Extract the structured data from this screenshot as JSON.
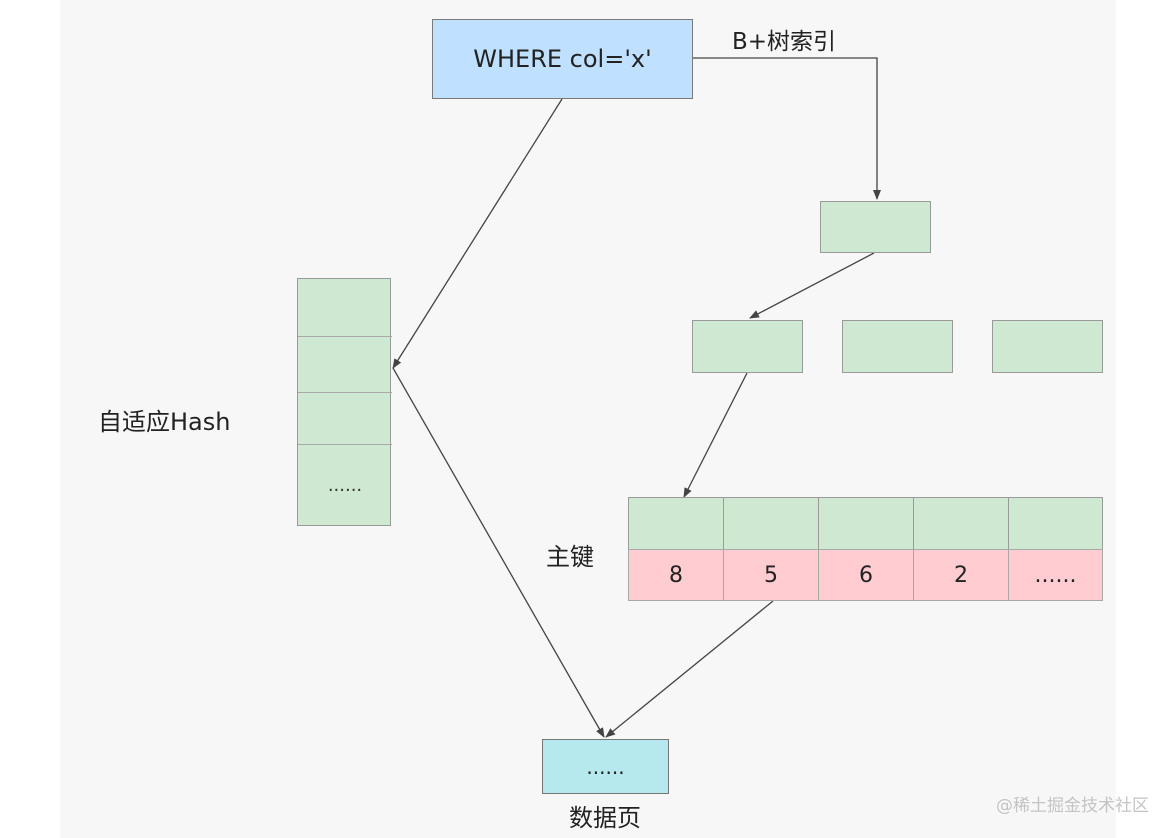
{
  "query": {
    "text": "WHERE col='x'"
  },
  "labels": {
    "btree_index": "B+树索引",
    "adaptive_hash": "自适应Hash",
    "primary_key": "主键",
    "data_page": "数据页"
  },
  "hash_table": {
    "cells": [
      "",
      "",
      "",
      "......"
    ]
  },
  "primary_key_row": {
    "values": [
      "8",
      "5",
      "6",
      "2",
      "......"
    ]
  },
  "data_page_box": {
    "text": "......"
  },
  "watermark": "@稀土掘金技术社区",
  "colors": {
    "query_box": "#bfe0ff",
    "node_green": "#cfe8d2",
    "key_pink": "#ffccd2",
    "data_page_cyan": "#b5e9ee"
  }
}
